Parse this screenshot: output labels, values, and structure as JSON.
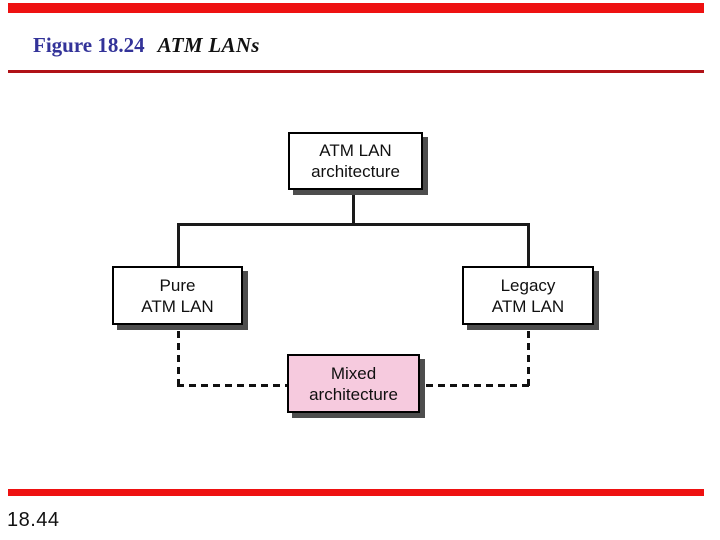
{
  "slide": {
    "figure_label": "Figure 18.24",
    "figure_title": "ATM LANs",
    "page_number": "18.44"
  },
  "colors": {
    "top_bar_red": "#ee1111",
    "bottom_bar_red": "#ee1111",
    "title_rule_red": "#b01217",
    "figure_label_blue": "#333399",
    "node_fill_white": "#ffffff",
    "mixed_node_fill_pink": "#f6cade",
    "node_border_black": "#000000",
    "node_shadow_gray": "#4d4d4d",
    "connector_black": "#1a1a1a"
  },
  "diagram": {
    "nodes": {
      "root": {
        "line1": "ATM LAN",
        "line2": "architecture"
      },
      "pure": {
        "line1": "Pure",
        "line2": "ATM LAN"
      },
      "legacy": {
        "line1": "Legacy",
        "line2": "ATM LAN"
      },
      "mixed": {
        "line1": "Mixed",
        "line2": "architecture"
      }
    }
  }
}
